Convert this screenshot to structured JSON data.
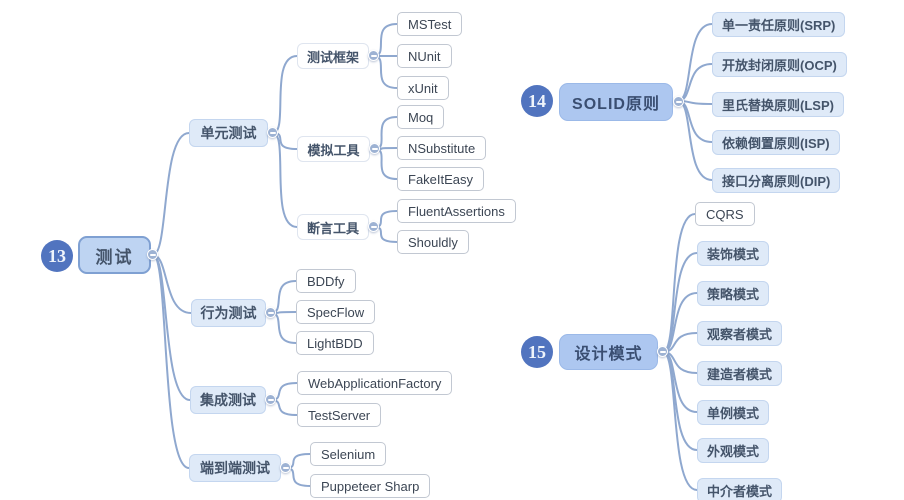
{
  "colors": {
    "canvas_bg": "#FFFFFF",
    "badge_fill": "#5174BF",
    "badge_text": "#EFF4FB",
    "root_fill": "#BED4F2",
    "root_border": "#7FA0D2",
    "branch_fill": "#ADC7F0",
    "branch_border": "#9BB9E8",
    "node_fill_light": "#DFEAF8",
    "node_border_light": "#C4D6EF",
    "group_fill": "#FFFFFF",
    "group_border": "#DFE5EF",
    "leaf_fill": "#FFFFFF",
    "leaf_border": "#C2C8D2",
    "edge": "#8FA8CF",
    "dot_fill": "#9DB2D3",
    "text_primary": "#44546A",
    "text_leaf": "#3C4654"
  },
  "left_map": {
    "badge": "13",
    "root": "测试",
    "branches": [
      {
        "label": "单元测试",
        "groups": [
          {
            "label": "测试框架",
            "items": [
              "MSTest",
              "NUnit",
              "xUnit"
            ]
          },
          {
            "label": "模拟工具",
            "items": [
              "Moq",
              "NSubstitute",
              "FakeItEasy"
            ]
          },
          {
            "label": "断言工具",
            "items": [
              "FluentAssertions",
              "Shouldly"
            ]
          }
        ]
      },
      {
        "label": "行为测试",
        "items": [
          "BDDfy",
          "SpecFlow",
          "LightBDD"
        ]
      },
      {
        "label": "集成测试",
        "items": [
          "WebApplicationFactory",
          "TestServer"
        ]
      },
      {
        "label": "端到端测试",
        "items": [
          "Selenium",
          "Puppeteer Sharp"
        ]
      }
    ]
  },
  "solid_map": {
    "badge": "14",
    "root": "SOLID原则",
    "principles": [
      "单一责任原则(SRP)",
      "开放封闭原则(OCP)",
      "里氏替换原则(LSP)",
      "依赖倒置原则(ISP)",
      "接口分离原则(DIP)"
    ]
  },
  "patterns_map": {
    "badge": "15",
    "root": "设计模式",
    "patterns": [
      "CQRS",
      "装饰模式",
      "策略模式",
      "观察者模式",
      "建造者模式",
      "单例模式",
      "外观模式",
      "中介者模式"
    ]
  }
}
